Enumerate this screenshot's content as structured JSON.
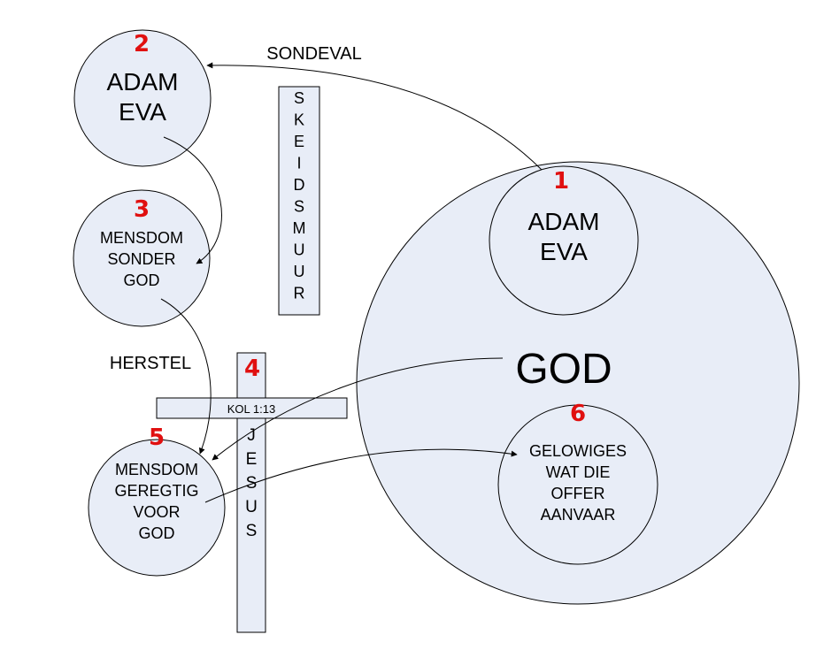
{
  "colors": {
    "fill": "#e8edf7",
    "stroke": "#000000",
    "number": "#e01010"
  },
  "labels": {
    "sondeval": "SONDEVAL",
    "herstel": "HERSTEL",
    "god": "GOD",
    "kol": "KOL 1:13"
  },
  "circles": {
    "c1": {
      "number": "1",
      "lines": [
        "ADAM",
        "EVA"
      ]
    },
    "c2": {
      "number": "2",
      "lines": [
        "ADAM",
        "EVA"
      ]
    },
    "c3": {
      "number": "3",
      "lines": [
        "MENSDOM",
        "SONDER",
        "GOD"
      ]
    },
    "c4": {
      "number": "4"
    },
    "c5": {
      "number": "5",
      "lines": [
        "MENSDOM",
        "GEREGTIG",
        "VOOR",
        "GOD"
      ]
    },
    "c6": {
      "number": "6",
      "lines": [
        "GELOWIGES",
        "WAT DIE",
        "OFFER",
        "AANVAAR"
      ]
    }
  },
  "wall": {
    "letters": [
      "S",
      "K",
      "E",
      "I",
      "D",
      "S",
      "M",
      "U",
      "U",
      "R"
    ]
  },
  "cross": {
    "letters": [
      "J",
      "E",
      "S",
      "U",
      "S"
    ]
  }
}
